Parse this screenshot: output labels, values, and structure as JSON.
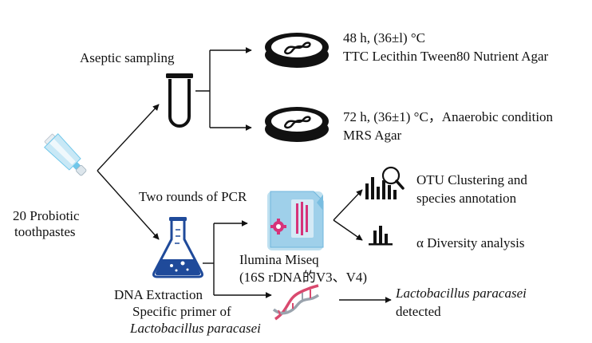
{
  "texts": {
    "toothpaste_line1": "20 Probiotic",
    "toothpaste_line2": "toothpastes",
    "aseptic": "Aseptic sampling",
    "plate1_line1": "48 h, (36±l) °C",
    "plate1_line2": "TTC Lecithin Tween80 Nutrient Agar",
    "plate2_line1": "72 h, (36±1) °C，Anaerobic condition",
    "plate2_line2": "MRS Agar",
    "pcr": "Two rounds of PCR",
    "otu_line1": "OTU Clustering and",
    "otu_line2": "species annotation",
    "diversity": "α Diversity analysis",
    "miseq_line1": "Ilumina Miseq",
    "miseq_line2": "(16S rDNA的V3、V4)",
    "dna": "DNA Extraction",
    "primer_line1": "Specific primer of",
    "primer_line2": "Lactobacillus paracasei",
    "lacto_line1": "Lactobacillus paracasei",
    "lacto_line2": "detected"
  },
  "colors": {
    "tube_cyan": "#6fc7ea",
    "flask_blue": "#1f4a9a",
    "machine_blue": "#79bde0",
    "machine_pink": "#d6337a",
    "dna_pink": "#d9496e",
    "dna_gray": "#9aa3ad",
    "line": "#111111"
  },
  "icons": {
    "toothpaste": "toothpaste-tube-icon",
    "test_tube": "test-tube-icon",
    "petri_dish": "petri-dish-icon",
    "flask": "erlenmeyer-flask-icon",
    "sequencer": "sequencer-icon",
    "otu": "otu-chart-magnifier-icon",
    "bar": "bar-chart-icon",
    "dna": "dna-helix-icon"
  }
}
